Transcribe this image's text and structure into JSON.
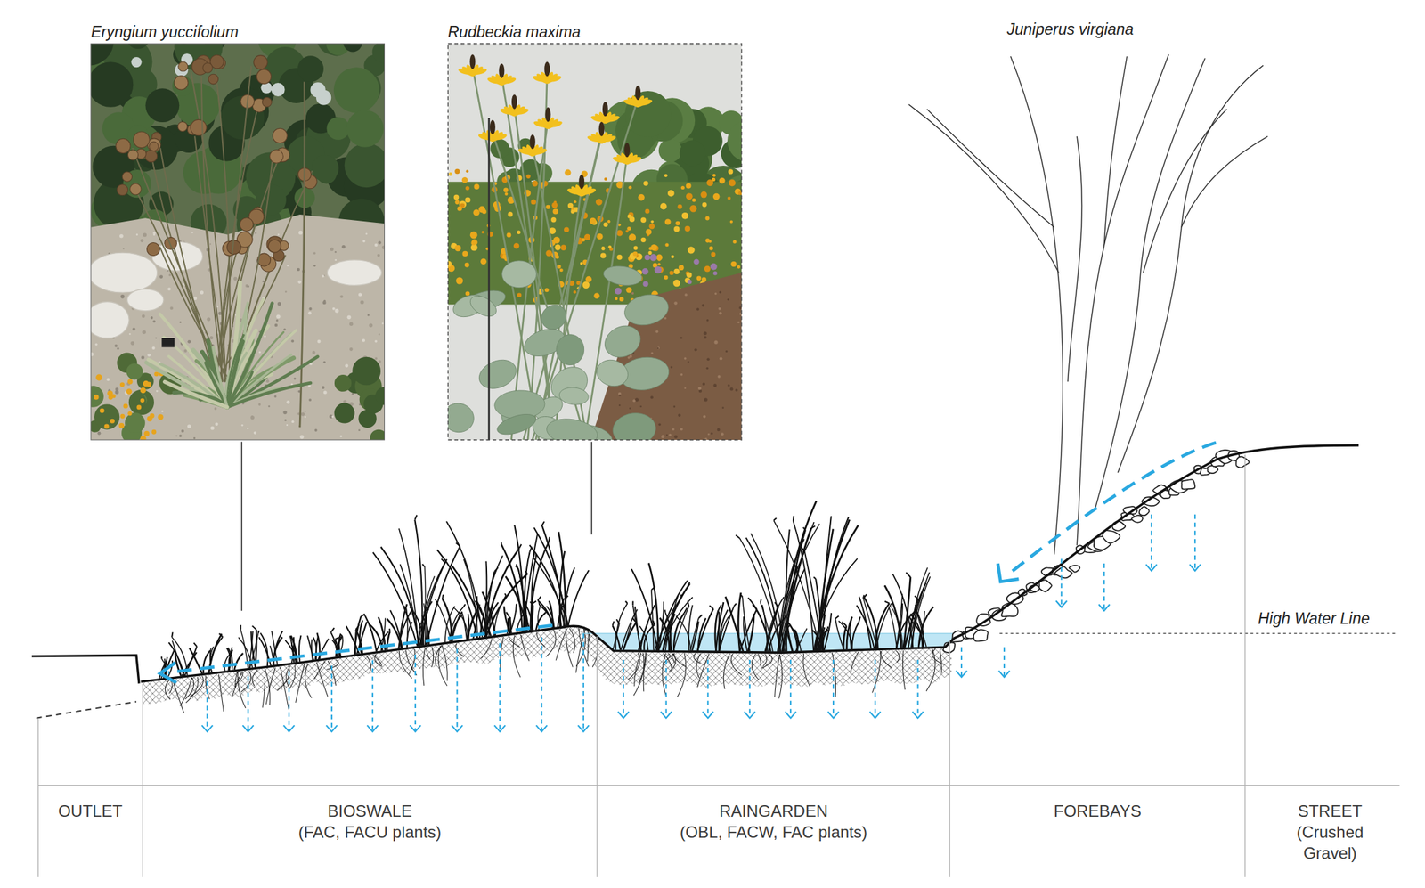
{
  "diagram": {
    "nodes": [
      {
        "text": [
          "Eryngium yuccifolium"
        ]
      },
      {
        "text": [
          "Rudbeckia maxima"
        ]
      },
      {
        "text": [
          "OUTLET"
        ]
      },
      {
        "text": [
          "BIOSWALE",
          "(FAC, FACU plants)"
        ]
      },
      {
        "text": [
          "RAINGARDEN",
          "(OBL, FACW, FAC plants)"
        ]
      },
      {
        "text": [
          "FOREBAYS"
        ]
      },
      {
        "text": [
          "STREET",
          "(Crushed Gravel)"
        ]
      }
    ],
    "labels": [
      "Juniperus virgiana",
      "High Water Line"
    ]
  }
}
